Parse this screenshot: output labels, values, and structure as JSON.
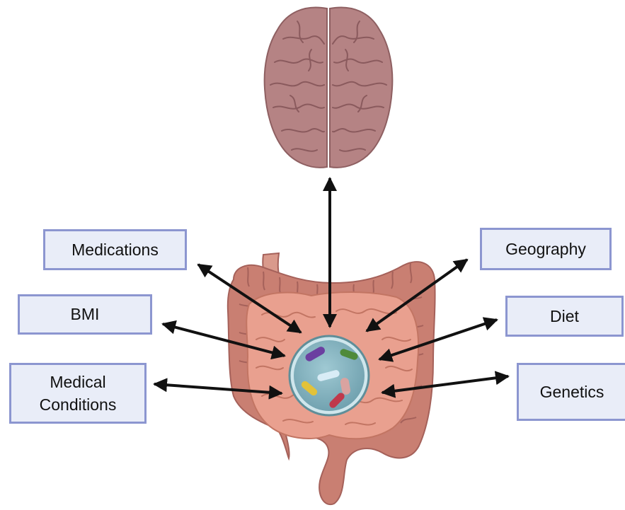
{
  "factors": {
    "medications": "Medications",
    "bmi": "BMI",
    "medical_conditions_line1": "Medical",
    "medical_conditions_line2": "Conditions",
    "geography": "Geography",
    "diet": "Diet",
    "genetics": "Genetics"
  },
  "icons": {
    "brain": "brain-icon",
    "intestines": "intestines-icon",
    "microbiome": "petri-dish-icon"
  },
  "colors": {
    "brain": "#b58384",
    "colon": "#c97f72",
    "small_intestine": "#e9a08f",
    "dish": "#7fb1be",
    "box_fill": "#e9edf8",
    "box_border": "#8c96d0",
    "arrow": "#111111"
  }
}
